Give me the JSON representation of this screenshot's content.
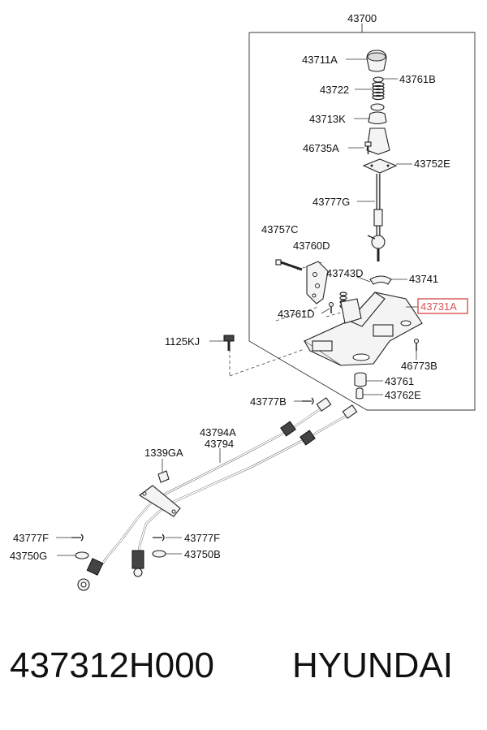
{
  "callouts": {
    "c43700": "43700",
    "c43711A": "43711A",
    "c43761B": "43761B",
    "c43722": "43722",
    "c43713K": "43713K",
    "c46735A": "46735A",
    "c43752E": "43752E",
    "c43777G": "43777G",
    "c43757C": "43757C",
    "c43760D": "43760D",
    "c43743D": "43743D",
    "c43741": "43741",
    "c43731A": "43731A",
    "c43761D": "43761D",
    "c1125KJ": "1125KJ",
    "c46773B": "46773B",
    "c43761": "43761",
    "c43762E": "43762E",
    "c43777B": "43777B",
    "c43794A": "43794A",
    "c43794": "43794",
    "c1339GA": "1339GA",
    "c43777F_left": "43777F",
    "c43777F_right": "43777F",
    "c43750G": "43750G",
    "c43750B": "43750B"
  },
  "footer": {
    "part_number": "437312H000",
    "brand": "HYUNDAI"
  },
  "colors": {
    "highlight": "#d9534f",
    "line": "#333333"
  }
}
